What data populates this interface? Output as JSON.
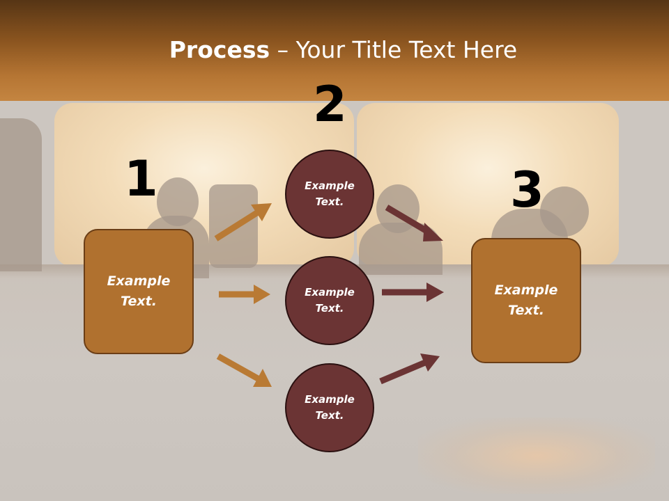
{
  "title": {
    "bold": "Process",
    "rest": " – Your Title Text Here"
  },
  "numbers": [
    "1",
    "2",
    "3"
  ],
  "boxes": [
    {
      "label": "Example\nText."
    },
    {
      "label": "Example\nText."
    }
  ],
  "circles": [
    {
      "label": "Example\nText."
    },
    {
      "label": "Example\nText."
    },
    {
      "label": "Example\nText."
    }
  ],
  "colors": {
    "box_fill": "#b0712f",
    "circle_fill": "#6b3434",
    "arrow_left": "#b97a34",
    "arrow_right": "#6b3434",
    "header": "#8a541f"
  }
}
